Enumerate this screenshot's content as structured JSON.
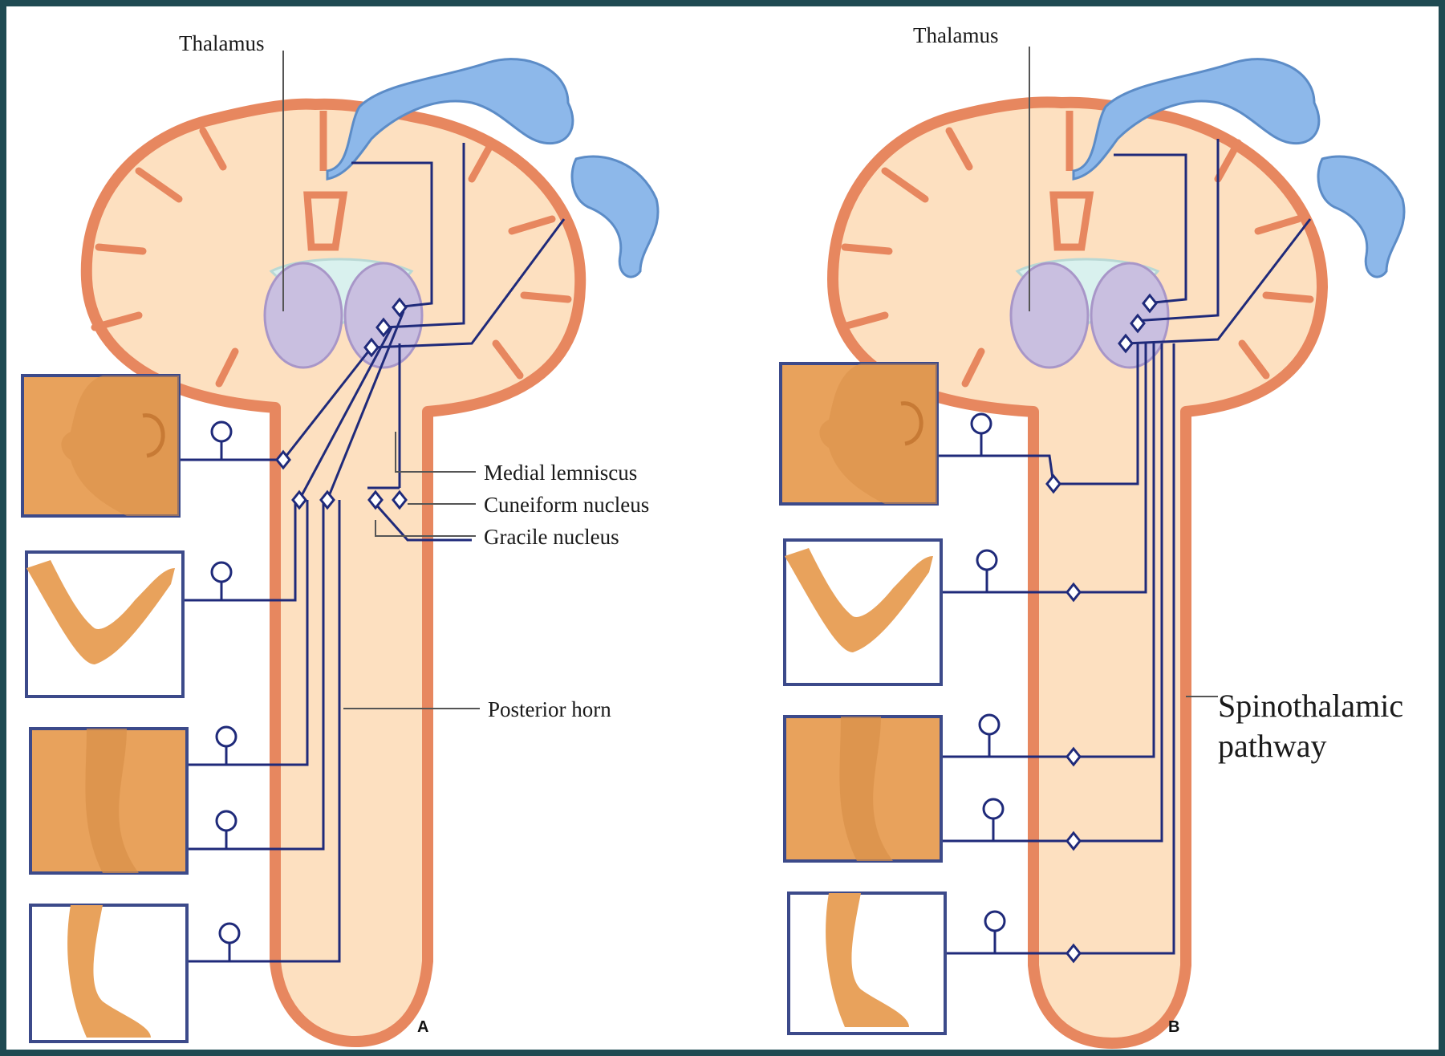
{
  "panels": [
    {
      "id": "A",
      "letter": "A",
      "labels": {
        "thalamus": "Thalamus",
        "medial_lemniscus": "Medial lemniscus",
        "cuneiform_nucleus": "Cuneiform nucleus",
        "gracile_nucleus": "Gracile nucleus",
        "posterior_horn": "Posterior horn"
      }
    },
    {
      "id": "B",
      "letter": "B",
      "labels": {
        "thalamus": "Thalamus",
        "spinothalamic_line1": "Spinothalamic",
        "spinothalamic_line2": "pathway"
      }
    }
  ],
  "colors": {
    "brain_fill": "#fde0c0",
    "cortex": "#e7875f",
    "thalamus": "#c9bfe0",
    "ventricle": "#d9f1ee",
    "homunculus": "#8db8ea",
    "skin": "#e8a25c",
    "nerve": "#1f2a7a",
    "frame_border": "#3c4a8a",
    "background": "#1f4a52"
  }
}
